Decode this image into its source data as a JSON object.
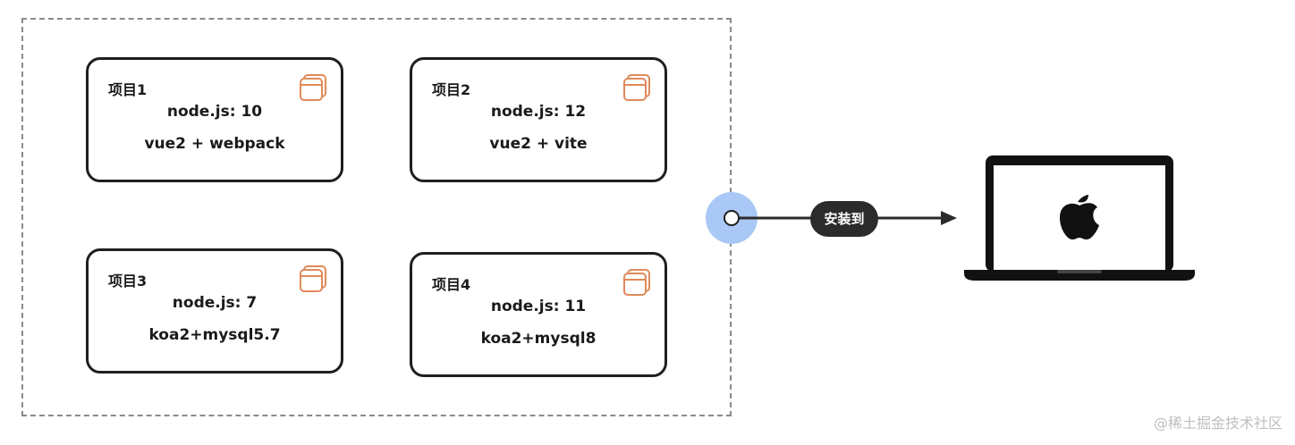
{
  "projects": [
    {
      "title": "项目1",
      "node": "node.js: 10",
      "stack": "vue2 + webpack"
    },
    {
      "title": "项目2",
      "node": "node.js: 12",
      "stack": "vue2 + vite"
    },
    {
      "title": "项目3",
      "node": "node.js: 7",
      "stack": "koa2+mysql5.7"
    },
    {
      "title": "项目4",
      "node": "node.js: 11",
      "stack": "koa2+mysql8"
    }
  ],
  "edge": {
    "label": "安装到"
  },
  "target": {
    "icon": "apple-logo-icon",
    "device": "laptop-icon"
  },
  "icons": {
    "card_icon": "window-stack-icon"
  },
  "colors": {
    "card_icon": "#e08a5a",
    "connector_halo": "#a9c8f5",
    "edge_label_bg": "#2b2b2b",
    "frame_border": "#8a8a8a"
  },
  "watermark": "@稀土掘金技术社区"
}
